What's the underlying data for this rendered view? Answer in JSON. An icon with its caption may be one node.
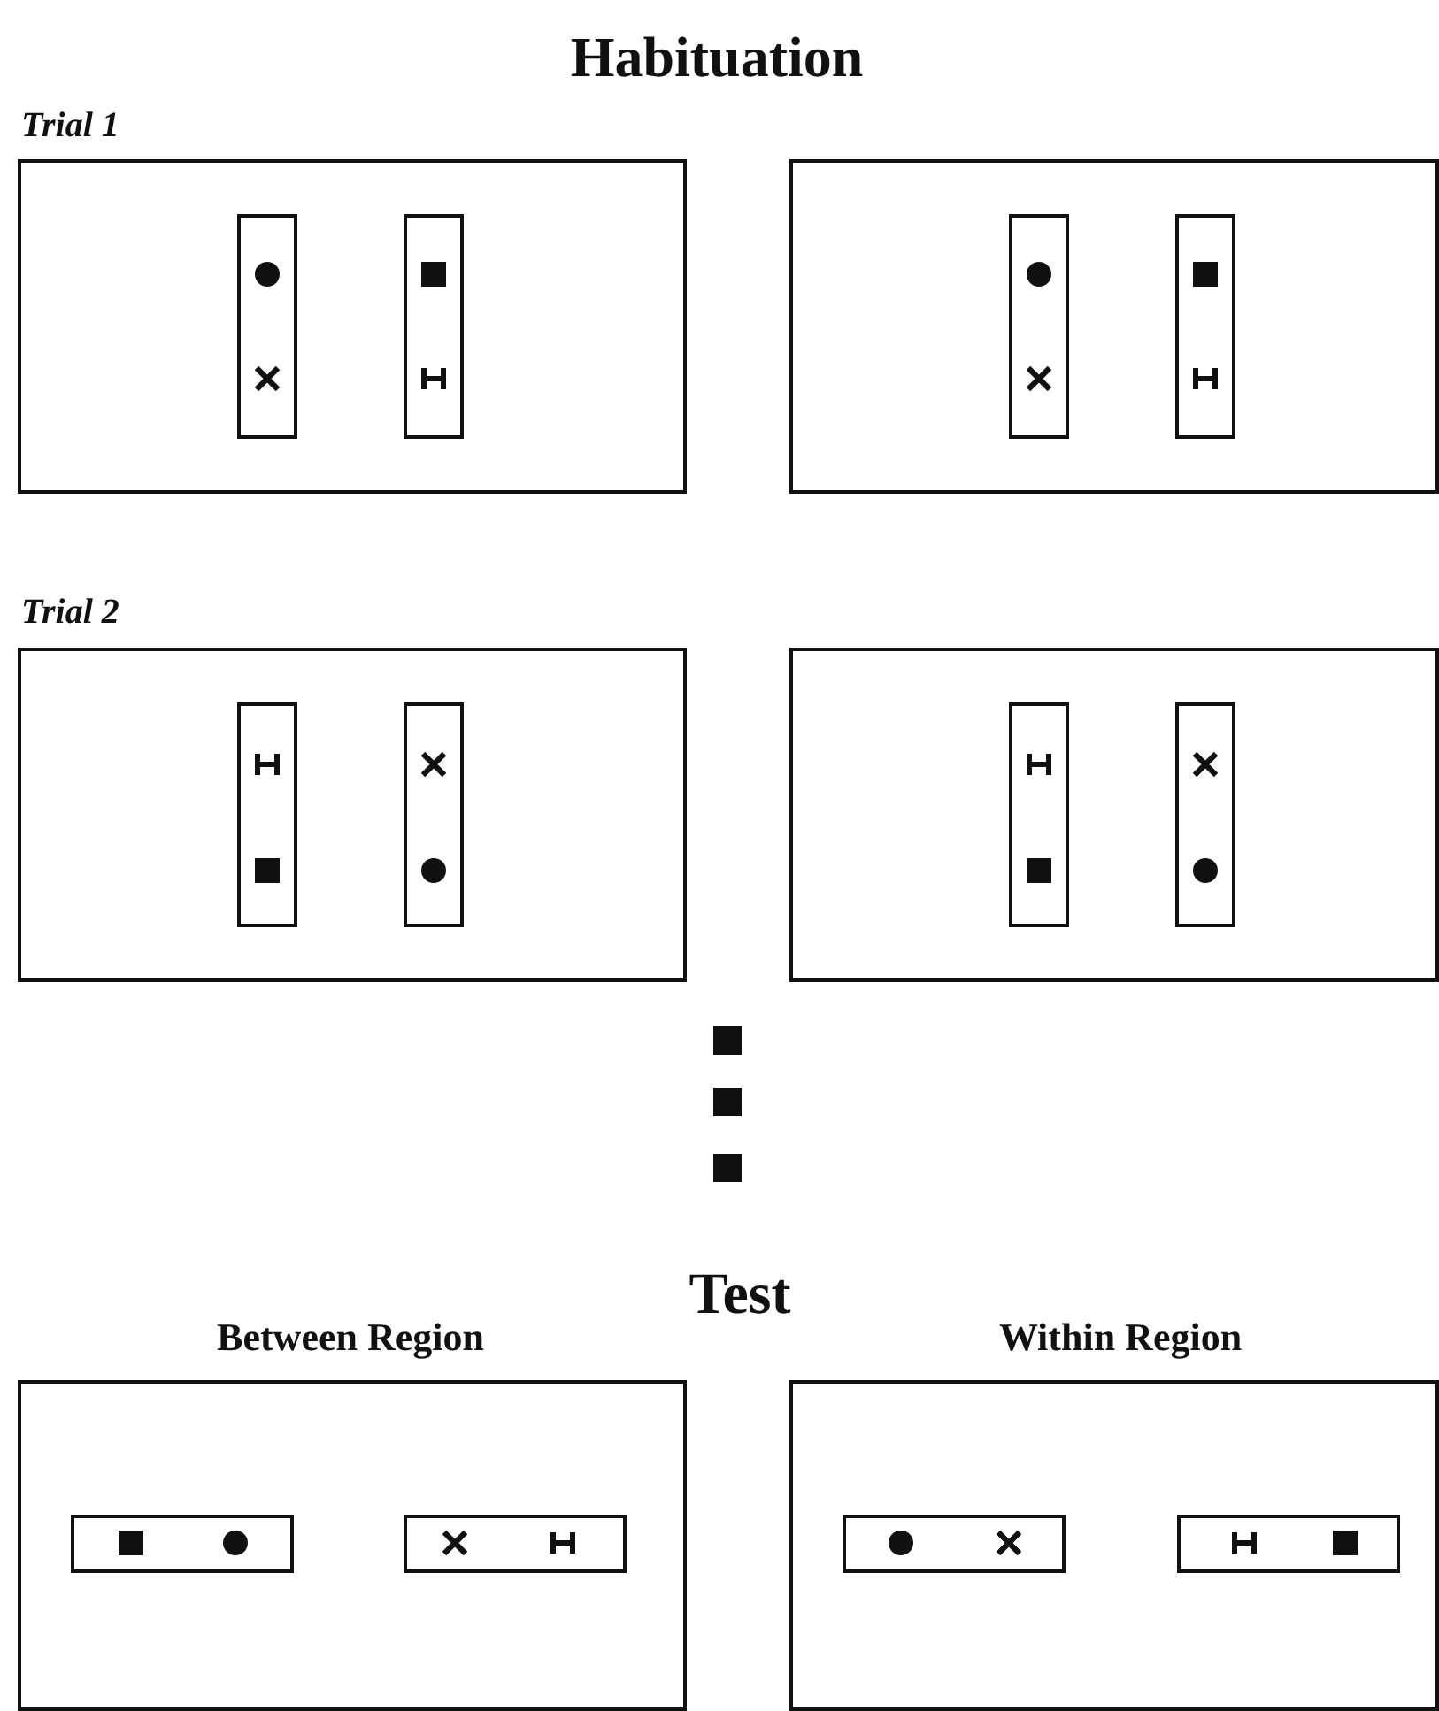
{
  "diagram": {
    "title": "Habituation",
    "nodes": [
      {
        "text": [],
        "shape": "box"
      },
      {
        "text": [],
        "shape": "box",
        "in": 0
      },
      {
        "text": [],
        "shape": "box",
        "in": 0
      },
      {
        "text": [],
        "shape": "box"
      },
      {
        "text": [],
        "shape": "box",
        "in": 3
      },
      {
        "text": [],
        "shape": "box",
        "in": 3
      },
      {
        "text": [],
        "shape": "box"
      },
      {
        "text": [],
        "shape": "box",
        "in": 6
      },
      {
        "text": [],
        "shape": "box",
        "in": 6
      },
      {
        "text": [],
        "shape": "box"
      },
      {
        "text": [],
        "shape": "box",
        "in": 9
      },
      {
        "text": [],
        "shape": "box",
        "in": 9
      },
      {
        "text": [],
        "shape": "box"
      },
      {
        "text": [],
        "shape": "box",
        "in": 12
      },
      {
        "text": [],
        "shape": "box",
        "in": 12
      },
      {
        "text": [],
        "shape": "box"
      },
      {
        "text": [],
        "shape": "box",
        "in": 15
      },
      {
        "text": [],
        "shape": "box",
        "in": 15
      }
    ],
    "labels": [
      "Trial 1",
      "Trial 2",
      "Test",
      "Between Region",
      "Within Region"
    ]
  }
}
